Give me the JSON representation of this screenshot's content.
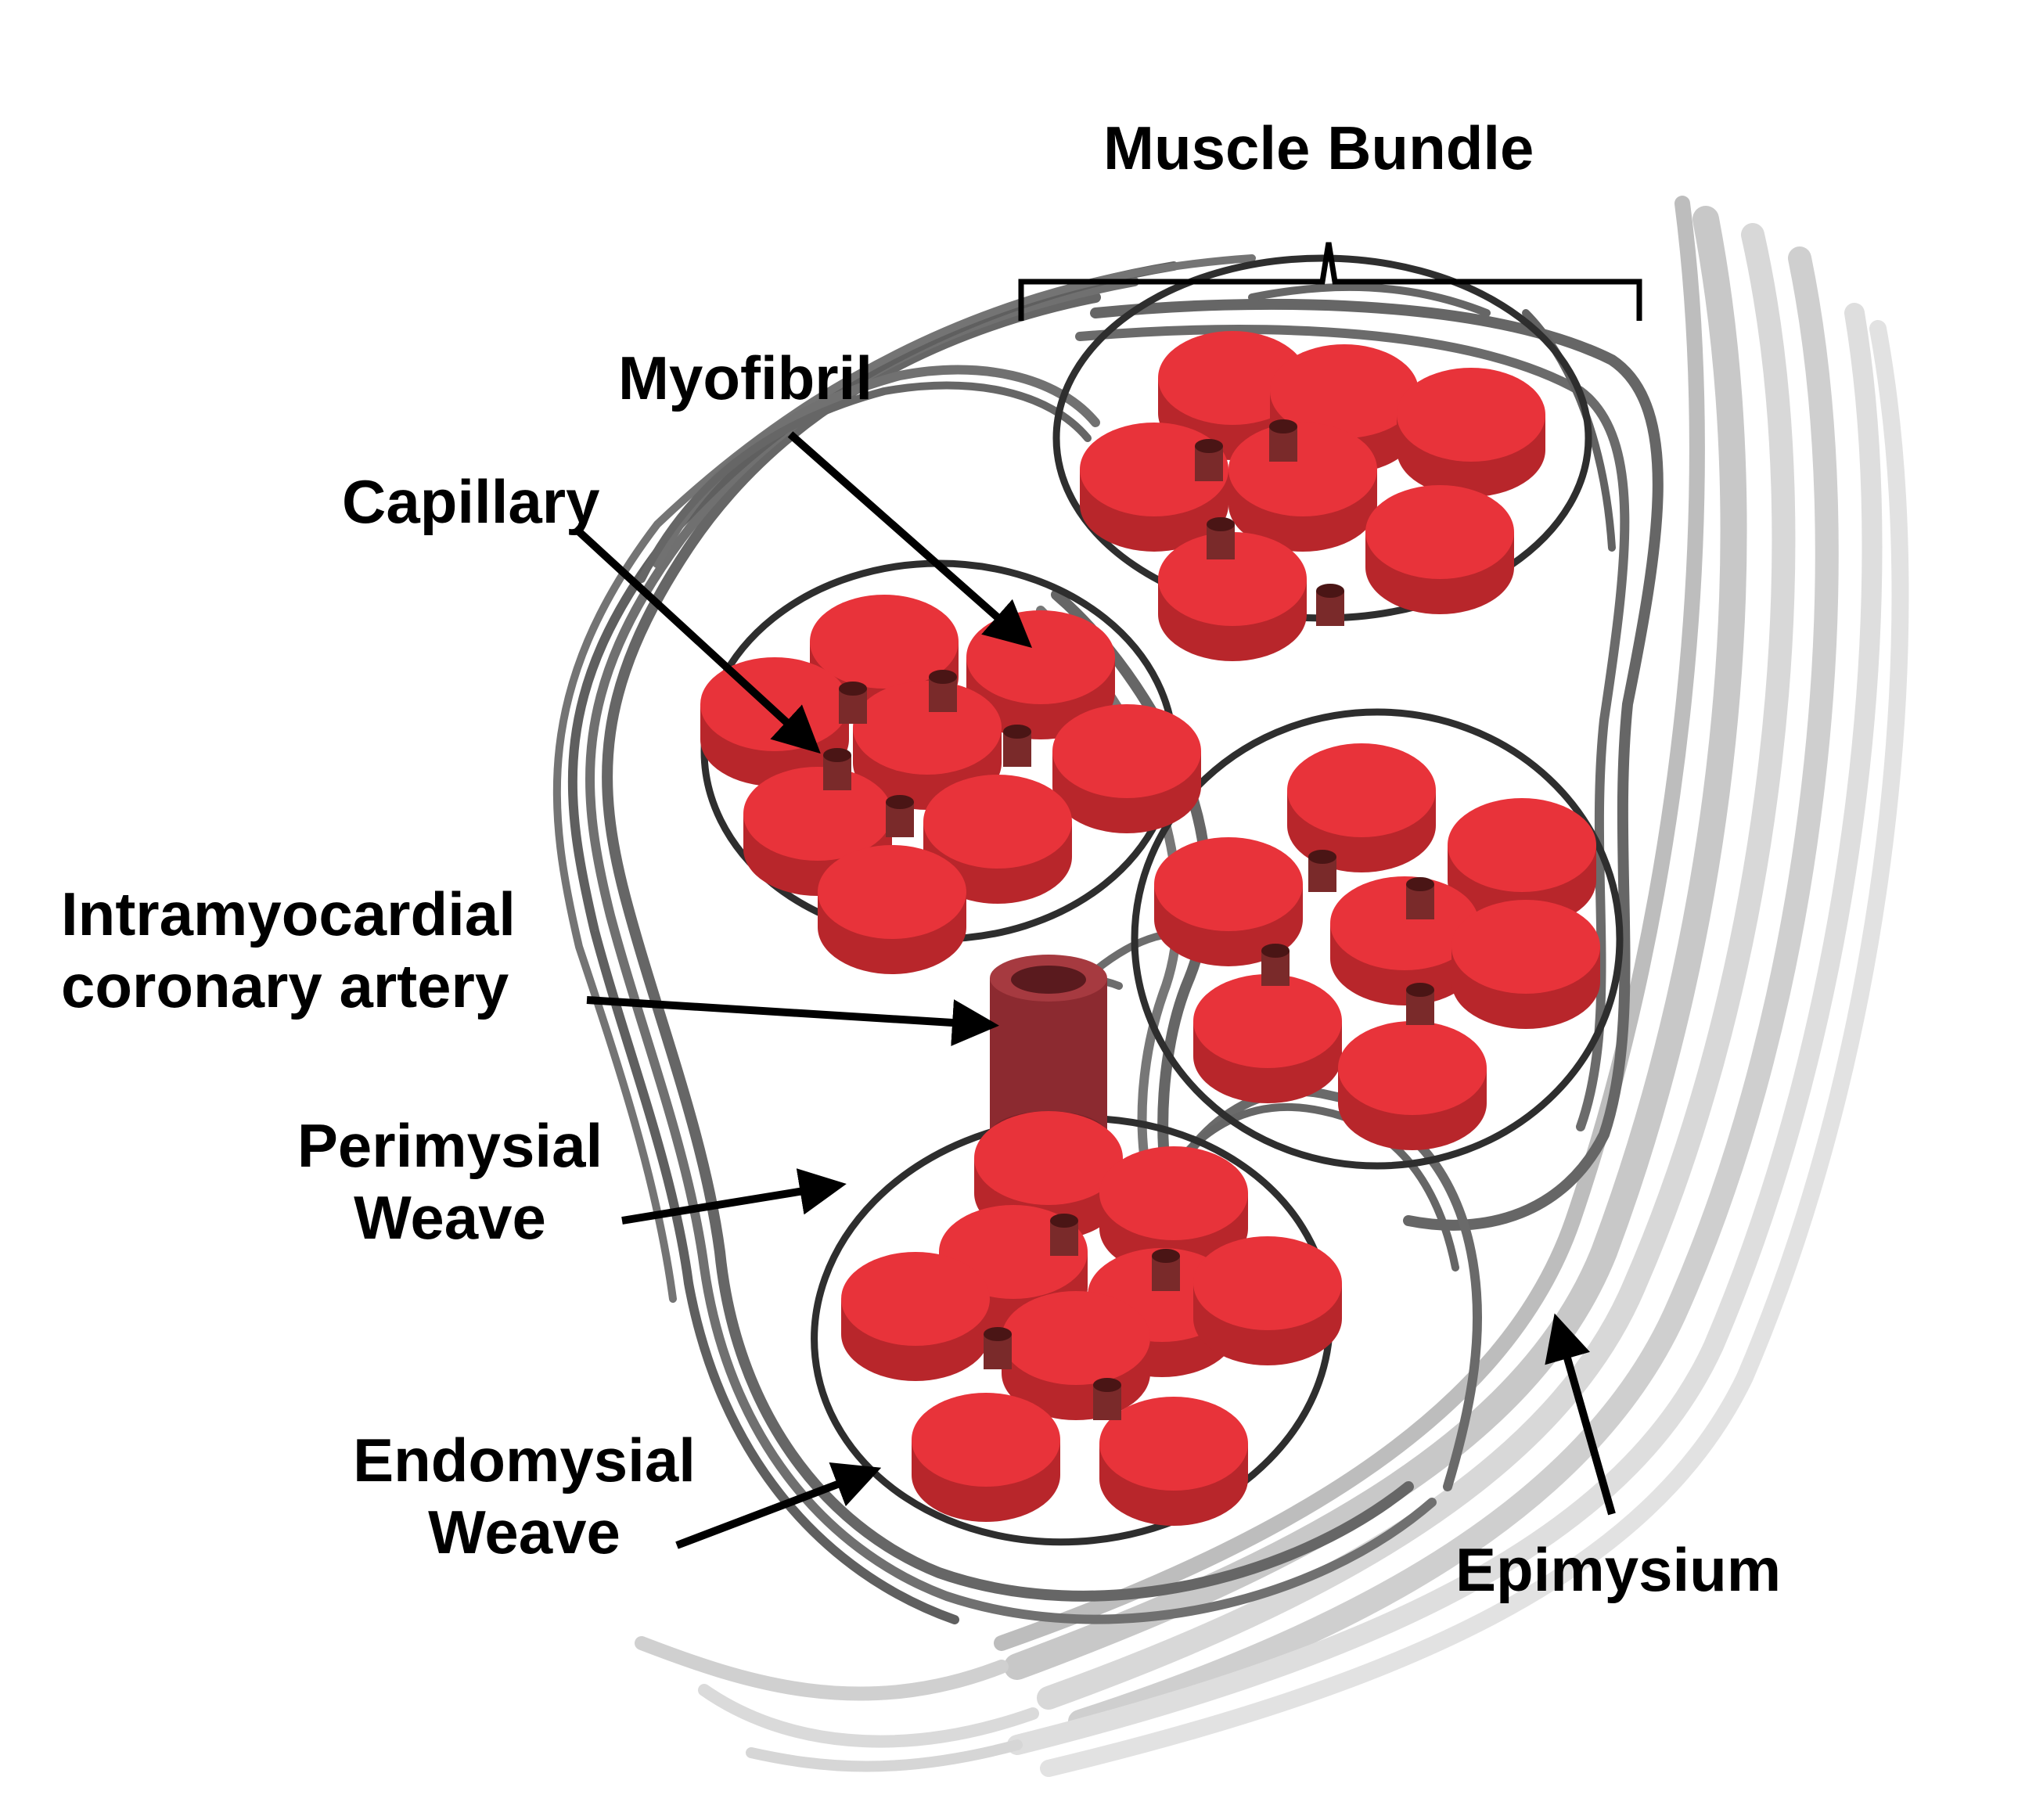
{
  "labels": {
    "muscle_bundle": "Muscle Bundle",
    "myofibril": "Myofibril",
    "capillary": "Capillary",
    "artery_line1": "Intramyocardial",
    "artery_line2": "coronary artery",
    "perimysial_line1": "Perimysial",
    "perimysial_line2": "Weave",
    "endomysial_line1": "Endomysial",
    "endomysial_line2": "Weave",
    "epimysium": "Epimysium"
  },
  "colors": {
    "myofibril_top": "#e8333a",
    "myofibril_side": "#b8262b",
    "capillary": "#7a2a2a",
    "artery": "#8c2a30",
    "perimysial_fiber": "#666666",
    "endomysial_fiber": "#2e2e2e",
    "epimysium_fiber": "#d4d4d4",
    "arrow": "#000000"
  }
}
